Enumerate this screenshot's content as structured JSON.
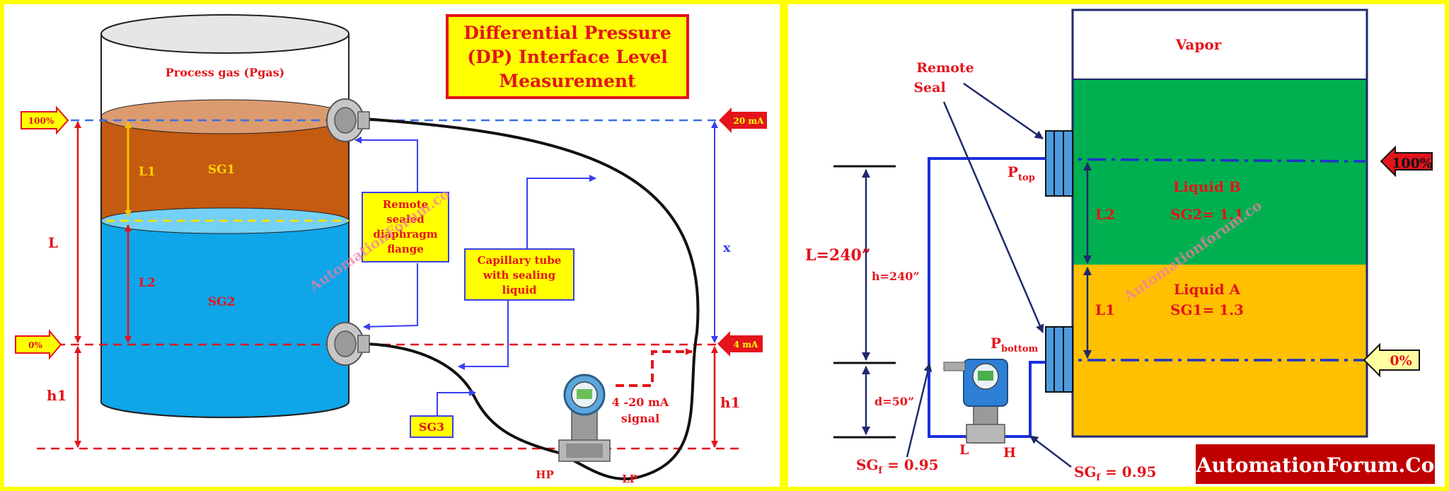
{
  "left": {
    "title_lines": [
      "Differential Pressure",
      "(DP) Interface Level",
      "Measurement"
    ],
    "process_gas": "Process gas (Pgas)",
    "tag_100": "100%",
    "tag_0": "0%",
    "tag_20ma": "20 mA",
    "tag_4ma": "4 mA",
    "label_L": "L",
    "label_L1": "L1",
    "label_L2": "L2",
    "label_h1_left": "h1",
    "label_h1_right": "h1",
    "label_x": "x",
    "sg1": "SG1",
    "sg2": "SG2",
    "sg3": "SG3",
    "remote_lines": [
      "Remote",
      "sealed",
      "diaphragm",
      "flange"
    ],
    "capillary_lines": [
      "Capillary tube",
      "with sealing",
      "liquid"
    ],
    "signal_lines": [
      "4 -20 mA",
      "signal"
    ],
    "hp": "HP",
    "lp": "LP",
    "watermark": "AutomationForum.co"
  },
  "right": {
    "vapor": "Vapor",
    "remote_seal_lines": [
      "Remote",
      "Seal"
    ],
    "liquid_b": "Liquid B",
    "sg2": "SG2= 1.1",
    "liquid_a": "Liquid A",
    "sg1": "SG1= 1.3",
    "l2": "L2",
    "l1": "L1",
    "L_total": "L=240”",
    "h": "h=240”",
    "d": "d=50”",
    "p_top": "P",
    "p_top_sub": "top",
    "p_bottom": "P",
    "p_bottom_sub": "bottom",
    "tag_100": "100%",
    "tag_0": "0%",
    "sgf": "SG",
    "sgf_sub": "f",
    "sgf_value": " = 0.95",
    "port_L": "L",
    "port_H": "H",
    "brand": "AutomationForum.Co",
    "watermark": "Automationforum.co"
  },
  "colors": {
    "frame": "#ffff00",
    "title_fill": "#ffff00",
    "title_border": "#e3141b",
    "gas_layer": "#c55a11",
    "liquid_layer": "#0ea5e9",
    "liquid_b": "#00b050",
    "liquid_a": "#ffc000",
    "vapor": "#ffffff",
    "tank_border": "#1f2a6b",
    "brand_bg": "#c00000"
  }
}
